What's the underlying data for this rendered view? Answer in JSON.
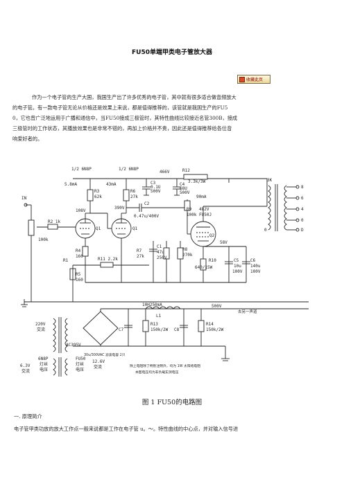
{
  "doc": {
    "title": "FU50单端甲类电子管放大器",
    "bookmark_label": "收藏此页",
    "intro_lines": [
      "作为一个电子管的生产大国，我国生产出了许多优秀的电子管，其中就有很多适合做音频放大",
      "的电子管。有一款电子管无论从价格还是效果上来说，都是值得推荐的，该管就是我国生产的FU5",
      "0，它也曾广泛地运用于广播和通信中，当FU50接成三极管时，其特性曲线比较接近名管300B，接成",
      "三极管时的工作状态，其播放效果也是非常不错的，再加上价格并不贵，因此还是值得推荐给各位音",
      "响爱好者的。"
    ],
    "figure_caption": "图  1    FU50的电路图",
    "section_heading": "一. 原理简介",
    "body_text": "电子管甲类功放的放大工作点一般来说都是工作在电子管 u。～。特性曲线的中心点，并对输入信号进"
  },
  "circuit": {
    "labels": {
      "tube1": "1/2 6N8P",
      "tube2": "1/2 6N8P",
      "i1": "5.8mA",
      "i2": "43mA",
      "v466": "466V",
      "r12": "R12",
      "r12v": "3.3k/3W",
      "c3": "C3",
      "c3v": "0.1U",
      "c3w": "500V",
      "c4": "C4",
      "c4v": "68U",
      "c4w": "500V",
      "i3": "90mA",
      "r3": "R3",
      "r3v": "62k",
      "r6": "R6",
      "r6v": "27k",
      "in": "IN",
      "v108": "108V",
      "v390": "390V",
      "c2": "C2",
      "c2v": "0.47u/400V",
      "r9": "R9",
      "r9v": "100k",
      "v482": "482V",
      "fu50": "FU50J",
      "r2": "R2 1k",
      "r100k": "100k",
      "q1a": "Q1",
      "q1b": "Q1",
      "q2": "Q2",
      "v58": "58V",
      "r1": "R1",
      "r4": "R4",
      "r4v": "160",
      "c1": "C1",
      "c1v": "47u",
      "c1w": "250V",
      "r7": "R7",
      "r7v": "27k",
      "r8": "R8",
      "r8v": "270k",
      "r10": "R10",
      "r10v": "640/15W",
      "c5": "C5",
      "c5v": "10u",
      "c5w": "100V",
      "c6": "C6",
      "c6v": "140u",
      "c6w": "100V",
      "r11": "R11 2.2k",
      "r5": "R5",
      "r5v": "160",
      "out": "3K",
      "tap8": "8",
      "tap6": "6",
      "tap4": "4",
      "tap0": "0",
      "tapD": "D",
      "tap0l": "0",
      "choke": "10H250mA",
      "l1": "L1",
      "v500": "500V",
      "to_other": "去另一声道",
      "c7": "C7",
      "c8": "C8",
      "r13": "R13",
      "r13v": "150k/2W",
      "r14": "R14",
      "r14v": "150k/2W",
      "ac220": "220V",
      "ac220b": "交流",
      "ac395": "AC395V",
      "ac63": "6.3V",
      "ac63b": "交流",
      "h6n8": "6N8P",
      "h6n8b": "灯丝",
      "h6n8c": "电压",
      "fu50h": "FU50",
      "fu50hb": "灯丝",
      "fu50hc": "电压",
      "ac126": "12.6V",
      "ac126b": "交流",
      "rect": "30u/300VAC 滤波电容 2只",
      "note1": "除上电阻除了特别注明外，均为 1W 太阳炮电阻",
      "note2": "本图电压均为非负载实测电压"
    }
  }
}
